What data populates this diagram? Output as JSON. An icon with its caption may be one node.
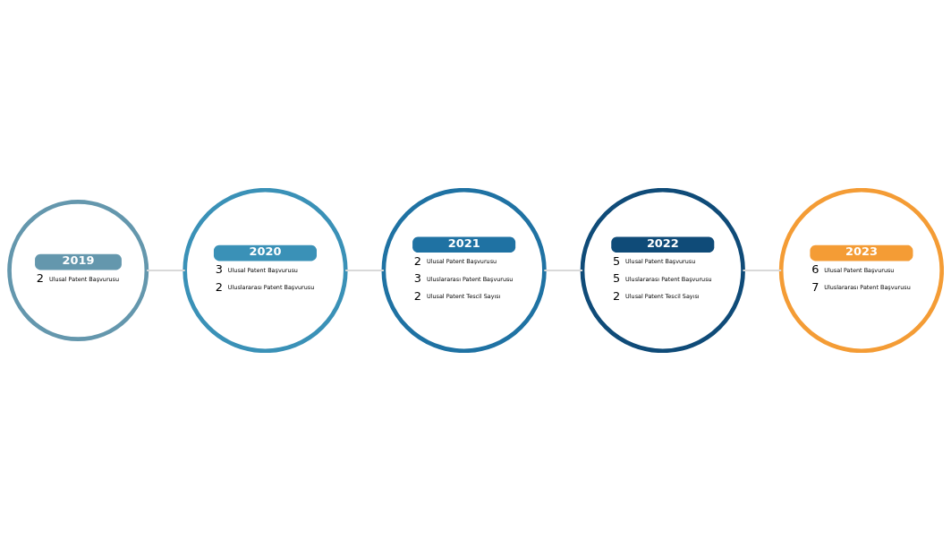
{
  "diagram": {
    "nodes": [
      {
        "text": [
          "2019",
          "2",
          "Ulusal Patent Başvurusu"
        ]
      },
      {
        "text": [
          "2020",
          "3",
          "Ulusal Patent Başvurusu",
          "2",
          "Uluslararası Patent Başvurusu"
        ]
      },
      {
        "text": [
          "2021",
          "2",
          "Ulusal Patent Başvurusu",
          "3",
          "Uluslararası Patent Başvurusu",
          "2",
          "Ulusal Patent Tescil Sayısı"
        ]
      },
      {
        "text": [
          "2022",
          "5",
          "Ulusal Patent Başvurusu",
          "5",
          "Uluslararası Patent Başvurusu",
          "2",
          "Ulusal Patent Tescil Sayısı"
        ]
      },
      {
        "text": [
          "2023",
          "6",
          "Ulusal Patent Başvurusu",
          "7",
          "Uluslararası Patent Başvurusu"
        ]
      }
    ],
    "edges": [
      {
        "from": 0,
        "to": 1,
        "arrow": "none"
      },
      {
        "from": 1,
        "to": 2,
        "arrow": "none"
      },
      {
        "from": 2,
        "to": 3,
        "arrow": "none"
      },
      {
        "from": 3,
        "to": 4,
        "arrow": "none"
      }
    ]
  }
}
